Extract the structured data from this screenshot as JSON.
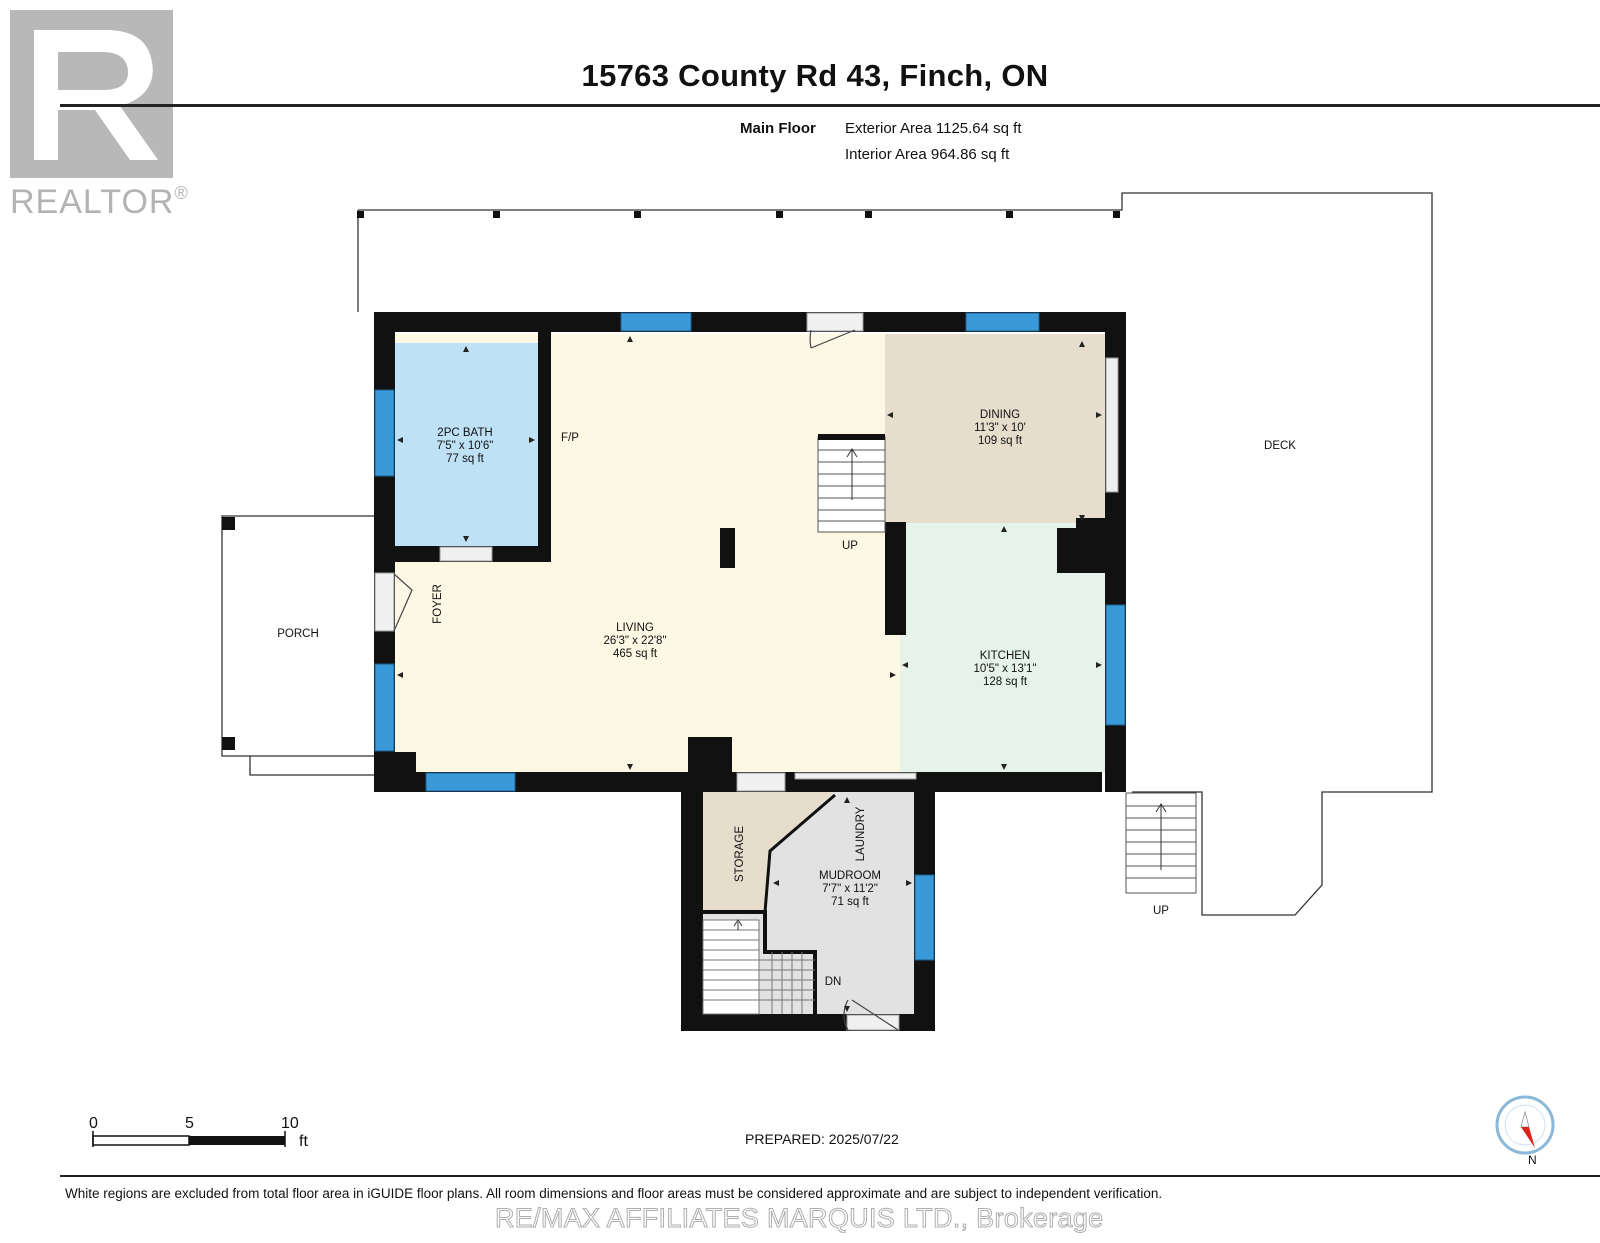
{
  "title": "15763 County Rd 43, Finch, ON",
  "logo": {
    "text": "REALTOR",
    "mark": "®",
    "color": "#b3b3b3"
  },
  "floor_info": {
    "floor": "Main Floor",
    "exterior": "Exterior Area 1125.64 sq ft",
    "interior": "Interior Area 964.86 sq ft"
  },
  "rooms": {
    "bath": {
      "name": "2PC BATH",
      "dims": "7'5\" x 10'6\"",
      "area": "77 sq ft",
      "color": "#bfe1f6"
    },
    "dining": {
      "name": "DINING",
      "dims": "11'3\" x 10'",
      "area": "109 sq ft",
      "color": "#e6ddcd"
    },
    "living": {
      "name": "LIVING",
      "dims": "26'3\" x 22'8\"",
      "area": "465 sq ft",
      "color": "#fdf8e4"
    },
    "kitchen": {
      "name": "KITCHEN",
      "dims": "10'5\" x 13'1\"",
      "area": "128 sq ft",
      "color": "#e6f3ea"
    },
    "mudroom": {
      "name": "MUDROOM",
      "dims": "7'7\" x 11'2\"",
      "area": "71 sq ft",
      "color": "#e2e2e2"
    }
  },
  "labels": {
    "deck": "DECK",
    "porch": "PORCH",
    "foyer": "FOYER",
    "fp": "F/P",
    "storage": "STORAGE",
    "laundry": "LAUNDRY",
    "up_stairs": "UP",
    "up_deck": "UP",
    "dn": "DN"
  },
  "scale": {
    "ticks": [
      "0",
      "5",
      "10"
    ],
    "unit": "ft"
  },
  "prepared": "PREPARED: 2025/07/22",
  "compass": "N",
  "footer": "White regions are excluded from total floor area in iGUIDE floor plans. All room dimensions and floor areas must be considered approximate and are subject to independent verification.",
  "watermark": "RE/MAX AFFILIATES MARQUIS LTD., Brokerage",
  "colors": {
    "wall": "#111111",
    "window": "#3a9ad9",
    "storage": "#e6ddcd"
  }
}
